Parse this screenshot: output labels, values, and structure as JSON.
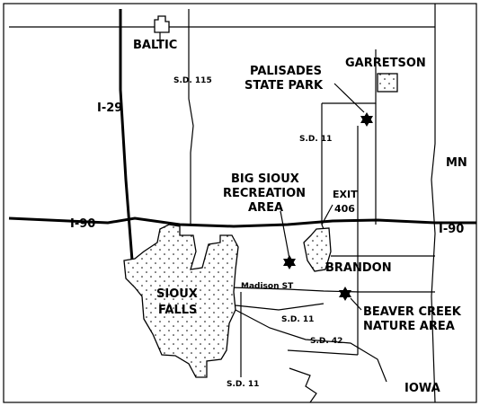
{
  "map": {
    "cities": {
      "baltic": "BALTIC",
      "garretson": "GARRETSON",
      "brandon": "BRANDON",
      "sioux_falls_line1": "SIOUX",
      "sioux_falls_line2": "FALLS"
    },
    "parks": {
      "palisades_line1": "PALISADES",
      "palisades_line2": "STATE PARK",
      "big_sioux_line1": "BIG SIOUX",
      "big_sioux_line2": "RECREATION",
      "big_sioux_line3": "AREA",
      "beaver_creek_line1": "BEAVER CREEK",
      "beaver_creek_line2": "NATURE AREA"
    },
    "highways": {
      "i29": "I-29",
      "i90_west": "I-90",
      "i90_east": "I-90",
      "sd115": "S.D. 115",
      "sd11_north": "S.D. 11",
      "sd11_mid": "S.D. 11",
      "sd11_south": "S.D. 11",
      "sd42": "S.D. 42",
      "exit_line1": "EXIT",
      "exit_line2": "406",
      "madison_st": "Madison ST"
    },
    "states": {
      "minnesota": "MN",
      "iowa": "IOWA"
    },
    "colors": {
      "ink": "#000000",
      "background": "#ffffff"
    }
  }
}
